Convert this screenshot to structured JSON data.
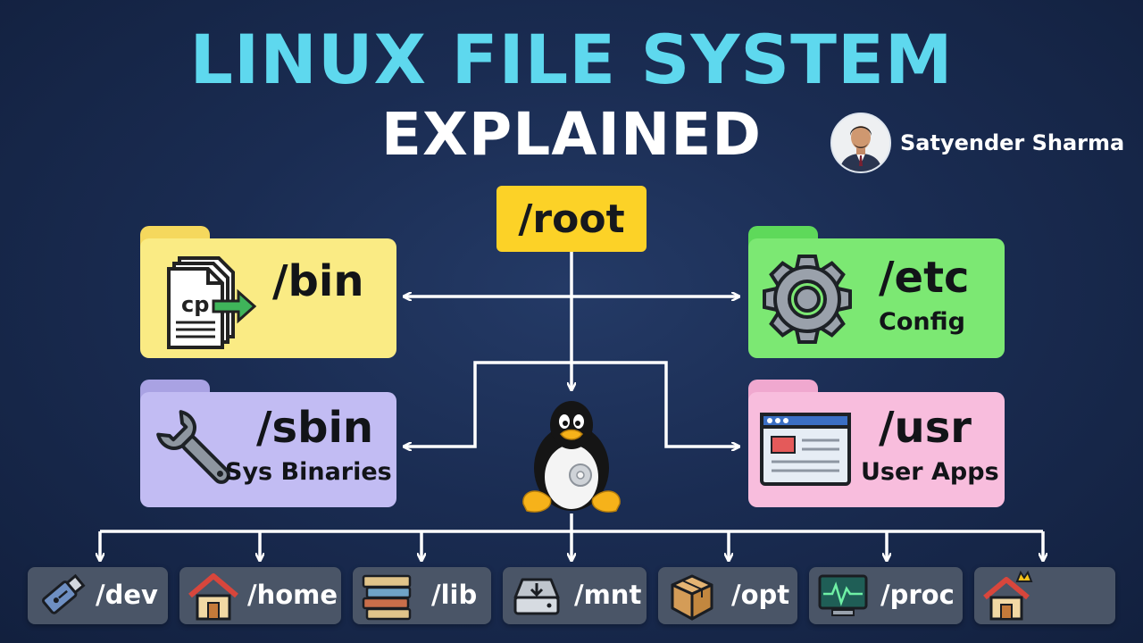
{
  "title": {
    "line1": "LINUX FILE SYSTEM",
    "line2": "EXPLAINED"
  },
  "author": {
    "name": "Satyender Sharma"
  },
  "root": {
    "label": "/root"
  },
  "folders": {
    "bin": {
      "name": "/bin",
      "icon": "copy-command-icon",
      "color": "#faeb84"
    },
    "etc": {
      "name": "/etc",
      "subtitle": "Config",
      "icon": "gear-icon",
      "color": "#7ce873"
    },
    "sbin": {
      "name": "/sbin",
      "subtitle": "Sys Binaries",
      "icon": "wrench-icon",
      "color": "#c2bcf3"
    },
    "usr": {
      "name": "/usr",
      "subtitle": "User Apps",
      "icon": "app-window-icon",
      "color": "#f8bddd"
    }
  },
  "mascot": {
    "icon": "tux-penguin-icon"
  },
  "bottom": [
    {
      "label": "/dev",
      "icon": "usb-drive-icon"
    },
    {
      "label": "/home",
      "icon": "house-icon"
    },
    {
      "label": "/lib",
      "icon": "books-icon"
    },
    {
      "label": "/mnt",
      "icon": "disk-mount-icon"
    },
    {
      "label": "/opt",
      "icon": "package-box-icon"
    },
    {
      "label": "/proc",
      "icon": "monitor-pulse-icon"
    },
    {
      "label": "",
      "icon": "crowned-house-icon"
    }
  ],
  "colors": {
    "title": "#5ed8ee",
    "root": "#fcd227",
    "chip": "#4a5567",
    "lines": "#ffffff"
  }
}
